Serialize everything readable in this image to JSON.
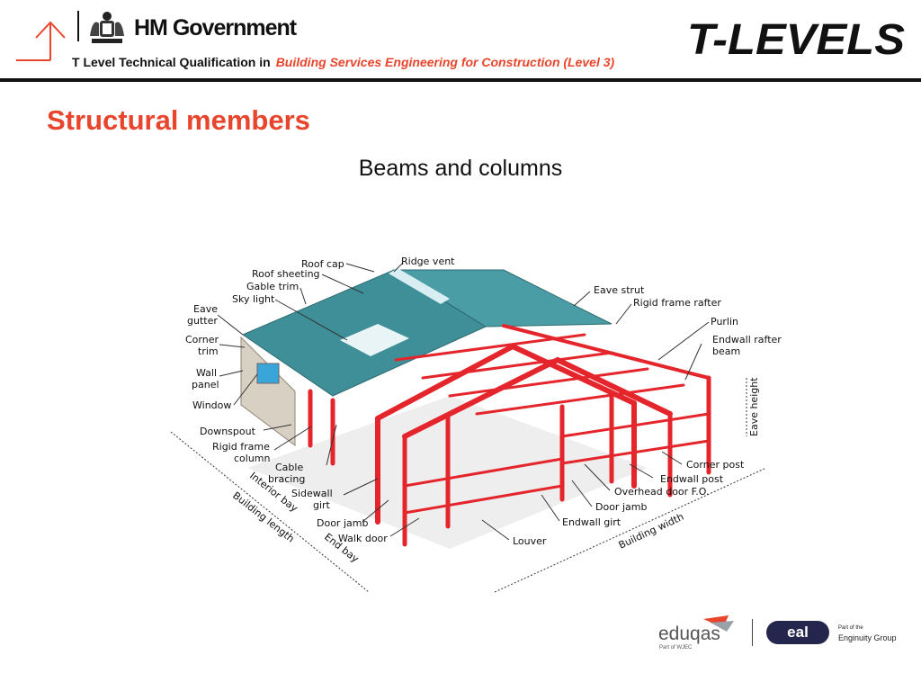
{
  "header": {
    "hm_government": "HM Government",
    "qualification_prefix": "T Level Technical Qualification in",
    "qualification_subject": "Building Services Engineering for Construction (Level 3)",
    "brand_logo_text": "T-LEVELS"
  },
  "page": {
    "title": "Structural members",
    "subtitle": "Beams and columns"
  },
  "diagram": {
    "labels": {
      "roof_cap": "Roof cap",
      "ridge_vent": "Ridge vent",
      "roof_sheeting": "Roof sheeting",
      "gable_trim": "Gable trim",
      "sky_light": "Sky light",
      "eave_gutter_1": "Eave",
      "eave_gutter_2": "gutter",
      "corner_trim_1": "Corner",
      "corner_trim_2": "trim",
      "wall_panel_1": "Wall",
      "wall_panel_2": "panel",
      "window": "Window",
      "downspout": "Downspout",
      "rigid_frame_column_1": "Rigid frame",
      "rigid_frame_column_2": "column",
      "cable_bracing_1": "Cable",
      "cable_bracing_2": "bracing",
      "sidewall_girt_1": "Sidewall",
      "sidewall_girt_2": "girt",
      "door_jamb_left": "Door jamb",
      "walk_door": "Walk door",
      "louver": "Louver",
      "endwall_girt": "Endwall girt",
      "door_jamb_right": "Door jamb",
      "overhead_door": "Overhead door F.O.",
      "endwall_post": "Endwall post",
      "corner_post": "Corner post",
      "eave_height": "Eave height",
      "endwall_rafter_beam_1": "Endwall rafter",
      "endwall_rafter_beam_2": "beam",
      "purlin": "Purlin",
      "rigid_frame_rafter": "Rigid frame rafter",
      "eave_strut": "Eave strut",
      "interior_bay": "Interior bay",
      "building_length": "Building length",
      "end_bay": "End bay",
      "building_width": "Building width"
    }
  },
  "footer": {
    "eduqas_name": "eduqas",
    "eduqas_tagline": "Part of WJEC",
    "eal_name": "eal",
    "enginuity_part_of": "Part of the",
    "enginuity_name": "Enginuity Group"
  },
  "colors": {
    "accent": "#e8452c",
    "frame_red": "#e4262c",
    "roof_teal": "#3f8f98",
    "eal_navy": "#24264d"
  }
}
